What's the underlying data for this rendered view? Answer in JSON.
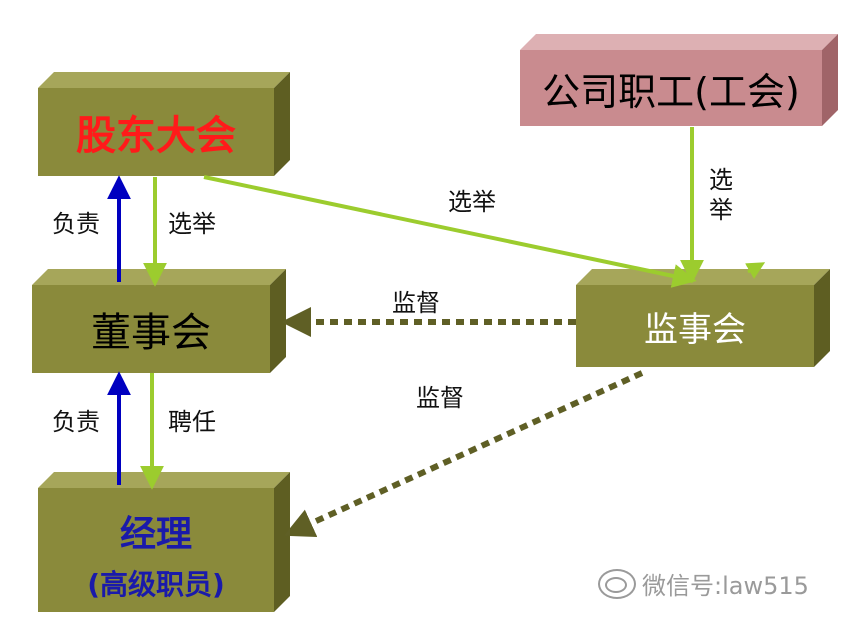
{
  "colors": {
    "box_front": "#8a8a3b",
    "box_top": "#a6a65a",
    "box_side": "#5e5e22",
    "union_front": "#c98b8f",
    "union_top": "#ddb0b3",
    "union_side": "#a06468",
    "arrow_green": "#9ccc2e",
    "arrow_blue": "#0000c0",
    "arrow_dotted": "#5f5f25",
    "text_red": "#ff1a1a",
    "text_black": "#000000",
    "text_white": "#ffffff",
    "text_blue": "#1a1aaa"
  },
  "nodes": {
    "shareholders": "股东大会",
    "employees": "公司职工(工会)",
    "board": "董事会",
    "supervisors": "监事会",
    "manager": "经理",
    "manager_sub": "(高级职员)"
  },
  "edges": {
    "shareholders_to_board": "选举",
    "board_to_shareholders": "负责",
    "shareholders_to_supervisors": "选举",
    "employees_to_supervisors": "选举",
    "supervisors_to_board": "监督",
    "supervisors_to_manager": "监督",
    "board_to_manager": "聘任",
    "manager_to_board": "负责"
  },
  "watermark": "微信号:law515"
}
